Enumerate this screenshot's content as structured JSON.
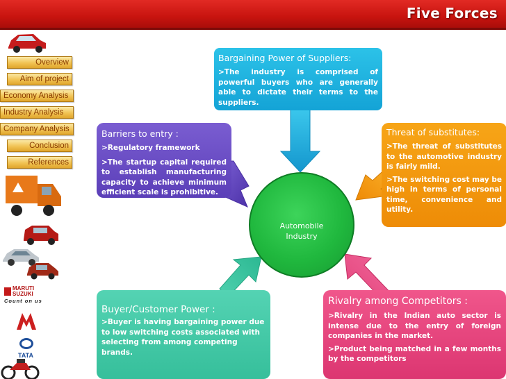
{
  "slide": {
    "title": "Five Forces"
  },
  "sidebar": {
    "items": [
      {
        "label": "Overview"
      },
      {
        "label": "Aim of project"
      },
      {
        "label": "Economy Analysis"
      },
      {
        "label": "Industry Analysis"
      },
      {
        "label": "Company Analysis"
      },
      {
        "label": "Conclusion"
      },
      {
        "label": "References"
      }
    ],
    "logos": {
      "maruti_text": "MARUTI SUZUKI",
      "maruti_tagline": "Count on us",
      "tata_text": "TATA"
    }
  },
  "forces": {
    "suppliers": {
      "title": "Bargaining Power of Suppliers:",
      "text": ">The industry is comprised of powerful buyers who are generally able to dictate their terms to the suppliers."
    },
    "barriers": {
      "title": "Barriers to entry :",
      "line1": ">Regulatory framework",
      "line2": ">The startup capital required to establish manufacturing capacity to achieve minimum efficient scale is prohibitive."
    },
    "substitutes": {
      "title": "Threat of substitutes:",
      "line1": ">The threat of substitutes to the automotive industry is fairly mild.",
      "line2": ">The switching cost may be high in terms of personal time, convenience and utility."
    },
    "buyers": {
      "title": "Buyer/Customer Power :",
      "text": ">Buyer is having  bargaining power due to low switching costs associated with selecting from among competing brands."
    },
    "rivalry": {
      "title": "Rivalry among Competitors :",
      "line1": ">Rivalry in the Indian auto sector is intense due to the entry of foreign companies in the market.",
      "line2": ">Product being matched in a few months by the competitors"
    }
  },
  "center": {
    "line1": "Automobile",
    "line2": "Industry"
  },
  "colors": {
    "topbar": "#c8140f",
    "suppliers": "#14a3d6",
    "barriers": "#5b3fb8",
    "substitutes": "#ee8c07",
    "buyers": "#36bf9b",
    "rivalry": "#dc3671",
    "center": "#20b83e"
  }
}
